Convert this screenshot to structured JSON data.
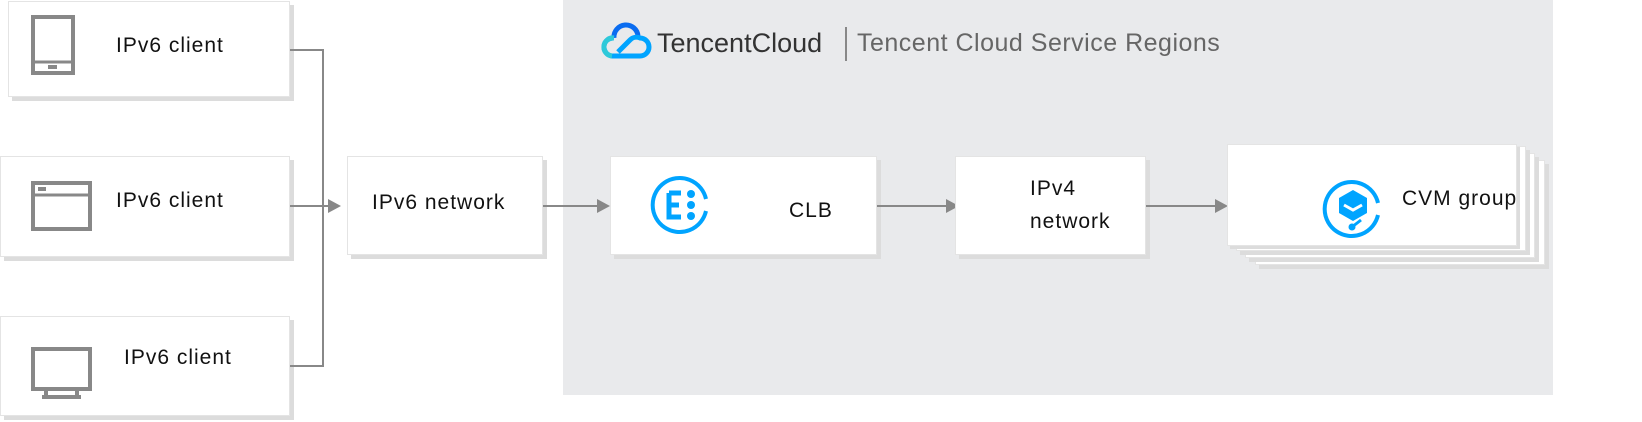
{
  "clients": [
    {
      "label": "IPv6 client",
      "icon": "tablet-icon"
    },
    {
      "label": "IPv6 client",
      "icon": "browser-window-icon"
    },
    {
      "label": "IPv6 client",
      "icon": "monitor-icon"
    }
  ],
  "ipv6_network": {
    "label": "IPv6 network"
  },
  "region": {
    "brand": "TencentCloud",
    "title": "Tencent Cloud Service Regions"
  },
  "clb": {
    "label": "CLB"
  },
  "ipv4_network": {
    "line1": "IPv4",
    "line2": "network"
  },
  "cvm": {
    "label": "CVM group"
  },
  "colors": {
    "accent": "#00a4ff",
    "region_bg": "#e9eaec",
    "line": "#888888"
  }
}
